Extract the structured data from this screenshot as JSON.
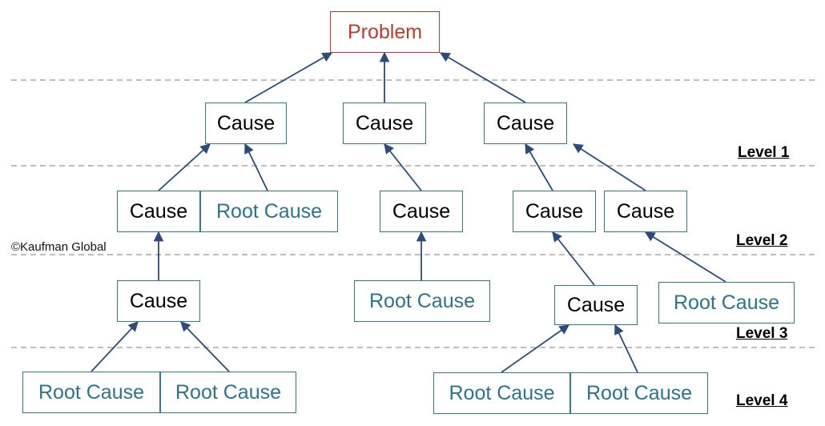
{
  "diagram": {
    "nodes": [
      {
        "id": "problem",
        "label": "Problem",
        "kind": "problem"
      },
      {
        "id": "c1",
        "label": "Cause",
        "kind": "cause"
      },
      {
        "id": "c2",
        "label": "Cause",
        "kind": "cause"
      },
      {
        "id": "c3",
        "label": "Cause",
        "kind": "cause"
      },
      {
        "id": "c1a",
        "label": "Cause",
        "kind": "cause"
      },
      {
        "id": "rc1b",
        "label": "Root Cause",
        "kind": "root"
      },
      {
        "id": "c2a",
        "label": "Cause",
        "kind": "cause"
      },
      {
        "id": "c3a",
        "label": "Cause",
        "kind": "cause"
      },
      {
        "id": "c3b",
        "label": "Cause",
        "kind": "cause"
      },
      {
        "id": "c1a1",
        "label": "Cause",
        "kind": "cause"
      },
      {
        "id": "rc2a1",
        "label": "Root Cause",
        "kind": "root"
      },
      {
        "id": "c3a1",
        "label": "Cause",
        "kind": "cause"
      },
      {
        "id": "rc3b1",
        "label": "Root Cause",
        "kind": "root"
      },
      {
        "id": "rc_l4_1",
        "label": "Root Cause",
        "kind": "root"
      },
      {
        "id": "rc_l4_2",
        "label": "Root Cause",
        "kind": "root"
      },
      {
        "id": "rc_l4_3",
        "label": "Root Cause",
        "kind": "root"
      },
      {
        "id": "rc_l4_4",
        "label": "Root Cause",
        "kind": "root"
      }
    ],
    "edges": [
      {
        "from": "c1",
        "to": "problem"
      },
      {
        "from": "c2",
        "to": "problem"
      },
      {
        "from": "c3",
        "to": "problem"
      },
      {
        "from": "c1a",
        "to": "c1"
      },
      {
        "from": "rc1b",
        "to": "c1"
      },
      {
        "from": "c2a",
        "to": "c2"
      },
      {
        "from": "c3a",
        "to": "c3"
      },
      {
        "from": "c3b",
        "to": "c3"
      },
      {
        "from": "c1a1",
        "to": "c1a"
      },
      {
        "from": "rc2a1",
        "to": "c2a"
      },
      {
        "from": "c3a1",
        "to": "c3a"
      },
      {
        "from": "rc3b1",
        "to": "c3b"
      },
      {
        "from": "rc_l4_1",
        "to": "c1a1"
      },
      {
        "from": "rc_l4_2",
        "to": "c1a1"
      },
      {
        "from": "rc_l4_3",
        "to": "c3a1"
      },
      {
        "from": "rc_l4_4",
        "to": "c3a1"
      }
    ],
    "level_labels": [
      "Level 1",
      "Level 2",
      "Level 3",
      "Level 4"
    ],
    "credit": "©Kaufman Global",
    "colors": {
      "problem": "#c0392b",
      "cause_text": "#000000",
      "root_text": "#2a7589",
      "box_border": "#2e7d8f",
      "arrow": "#2c4a7a",
      "dashed_line": "#a8a8a8"
    }
  }
}
